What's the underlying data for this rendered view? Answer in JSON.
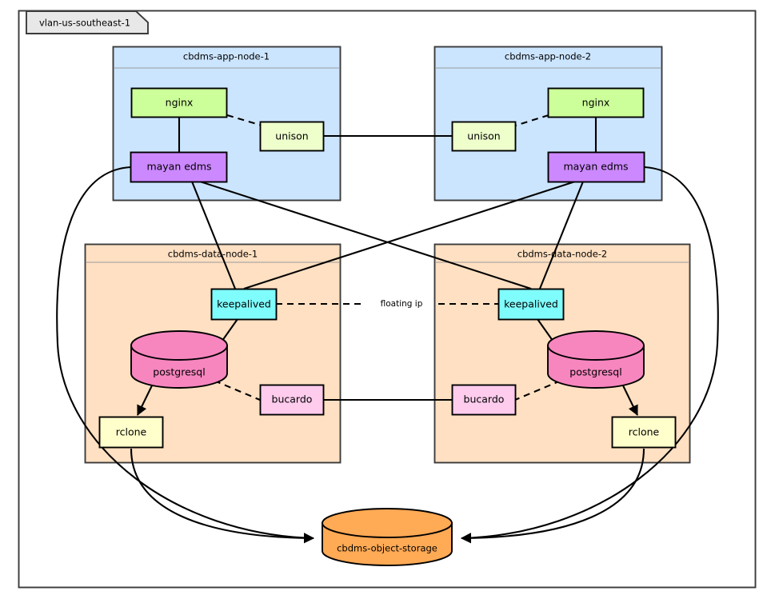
{
  "diagram": {
    "type": "infrastructure-architecture",
    "zone": {
      "label": "vlan-us-southeast-1"
    },
    "colors": {
      "app_node_fill": "#cce5ff",
      "data_node_fill": "#ffe0c2",
      "nginx_fill": "#ccff99",
      "unison_fill": "#eeffcc",
      "mayan_fill": "#cc88ff",
      "keepalived_fill": "#7ffcfc",
      "postgresql_fill": "#f786bf",
      "bucardo_fill": "#ffccee",
      "rclone_fill": "#ffffcc",
      "object_storage_fill": "#ffaa55",
      "zone_tab_fill": "#e8e8e8",
      "stroke": "#000000",
      "group_stroke": "#3b3b3b"
    },
    "groups": [
      {
        "id": "app1",
        "label": "cbdms-app-node-1",
        "kind": "app-node"
      },
      {
        "id": "app2",
        "label": "cbdms-app-node-2",
        "kind": "app-node"
      },
      {
        "id": "data1",
        "label": "cbdms-data-node-1",
        "kind": "data-node"
      },
      {
        "id": "data2",
        "label": "cbdms-data-node-2",
        "kind": "data-node"
      }
    ],
    "components": [
      {
        "id": "nginx1",
        "label": "nginx",
        "group": "app1",
        "shape": "rect"
      },
      {
        "id": "unison1",
        "label": "unison",
        "group": "app1",
        "shape": "rect"
      },
      {
        "id": "mayan1",
        "label": "mayan edms",
        "group": "app1",
        "shape": "rect"
      },
      {
        "id": "nginx2",
        "label": "nginx",
        "group": "app2",
        "shape": "rect"
      },
      {
        "id": "unison2",
        "label": "unison",
        "group": "app2",
        "shape": "rect"
      },
      {
        "id": "mayan2",
        "label": "mayan edms",
        "group": "app2",
        "shape": "rect"
      },
      {
        "id": "keepalived1",
        "label": "keepalived",
        "group": "data1",
        "shape": "rect"
      },
      {
        "id": "postgresql1",
        "label": "postgresql",
        "group": "data1",
        "shape": "cylinder"
      },
      {
        "id": "bucardo1",
        "label": "bucardo",
        "group": "data1",
        "shape": "rect"
      },
      {
        "id": "rclone1",
        "label": "rclone",
        "group": "data1",
        "shape": "rect"
      },
      {
        "id": "keepalived2",
        "label": "keepalived",
        "group": "data2",
        "shape": "rect"
      },
      {
        "id": "postgresql2",
        "label": "postgresql",
        "group": "data2",
        "shape": "cylinder"
      },
      {
        "id": "bucardo2",
        "label": "bucardo",
        "group": "data2",
        "shape": "rect"
      },
      {
        "id": "rclone2",
        "label": "rclone",
        "group": "data2",
        "shape": "rect"
      },
      {
        "id": "objectstorage",
        "label": "cbdms-object-storage",
        "group": null,
        "shape": "cylinder"
      }
    ],
    "edges": [
      {
        "from": "nginx1",
        "to": "mayan1",
        "style": "solid",
        "arrow": false,
        "label": ""
      },
      {
        "from": "nginx1",
        "to": "unison1",
        "style": "dashed",
        "arrow": false,
        "label": ""
      },
      {
        "from": "unison1",
        "to": "unison2",
        "style": "solid",
        "arrow": false,
        "label": ""
      },
      {
        "from": "nginx2",
        "to": "mayan2",
        "style": "solid",
        "arrow": false,
        "label": ""
      },
      {
        "from": "nginx2",
        "to": "unison2",
        "style": "dashed",
        "arrow": false,
        "label": ""
      },
      {
        "from": "mayan1",
        "to": "keepalived1",
        "style": "solid",
        "arrow": false,
        "label": ""
      },
      {
        "from": "mayan1",
        "to": "keepalived2",
        "style": "solid",
        "arrow": false,
        "label": ""
      },
      {
        "from": "mayan2",
        "to": "keepalived1",
        "style": "solid",
        "arrow": false,
        "label": ""
      },
      {
        "from": "mayan2",
        "to": "keepalived2",
        "style": "solid",
        "arrow": false,
        "label": ""
      },
      {
        "from": "keepalived1",
        "to": "keepalived2",
        "style": "dashed",
        "arrow": false,
        "label": "floating ip"
      },
      {
        "from": "keepalived1",
        "to": "postgresql1",
        "style": "solid",
        "arrow": false,
        "label": ""
      },
      {
        "from": "keepalived2",
        "to": "postgresql2",
        "style": "solid",
        "arrow": false,
        "label": ""
      },
      {
        "from": "postgresql1",
        "to": "bucardo1",
        "style": "dashed",
        "arrow": false,
        "label": ""
      },
      {
        "from": "postgresql2",
        "to": "bucardo2",
        "style": "dashed",
        "arrow": false,
        "label": ""
      },
      {
        "from": "bucardo1",
        "to": "bucardo2",
        "style": "solid",
        "arrow": false,
        "label": ""
      },
      {
        "from": "postgresql1",
        "to": "rclone1",
        "style": "solid",
        "arrow": true,
        "label": ""
      },
      {
        "from": "postgresql2",
        "to": "rclone2",
        "style": "solid",
        "arrow": true,
        "label": ""
      },
      {
        "from": "rclone1",
        "to": "objectstorage",
        "style": "solid",
        "arrow": true,
        "label": ""
      },
      {
        "from": "rclone2",
        "to": "objectstorage",
        "style": "solid",
        "arrow": true,
        "label": ""
      },
      {
        "from": "mayan1",
        "to": "objectstorage",
        "style": "solid",
        "arrow": true,
        "label": ""
      },
      {
        "from": "mayan2",
        "to": "objectstorage",
        "style": "solid",
        "arrow": true,
        "label": ""
      }
    ],
    "edge_labels": {
      "floating_ip": "floating ip"
    }
  }
}
